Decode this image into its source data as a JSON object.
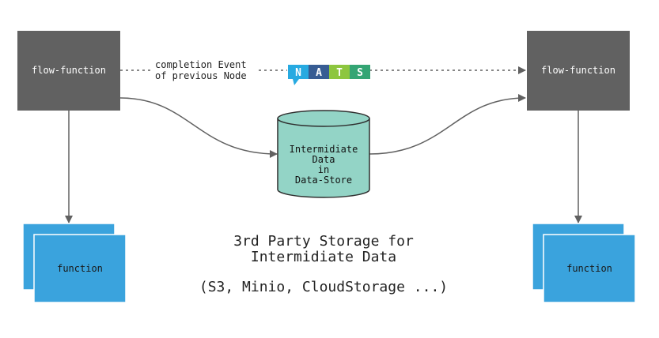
{
  "nodes": {
    "flow_function_left": "flow-function",
    "flow_function_right": "flow-function",
    "function_left": "function",
    "function_right": "function"
  },
  "edge": {
    "completion_line1": "completion Event",
    "completion_line2": "of previous Node"
  },
  "nats_logo": {
    "letters": [
      "N",
      "A",
      "T",
      "S"
    ],
    "colors": [
      "#27aae1",
      "#375c93",
      "#8dc63f",
      "#34a574"
    ]
  },
  "datastore": {
    "lines": [
      "Intermidiate",
      "Data",
      "in",
      "Data-Store"
    ]
  },
  "caption": {
    "line1": "3rd Party Storage for",
    "line2": "Intermidiate Data",
    "line3": "(S3, Minio, CloudStorage ...)"
  },
  "colors": {
    "flow_node": "#616161",
    "function_node": "#3aa3dd",
    "datastore_fill": "#93d4c6",
    "connector": "#616161"
  }
}
